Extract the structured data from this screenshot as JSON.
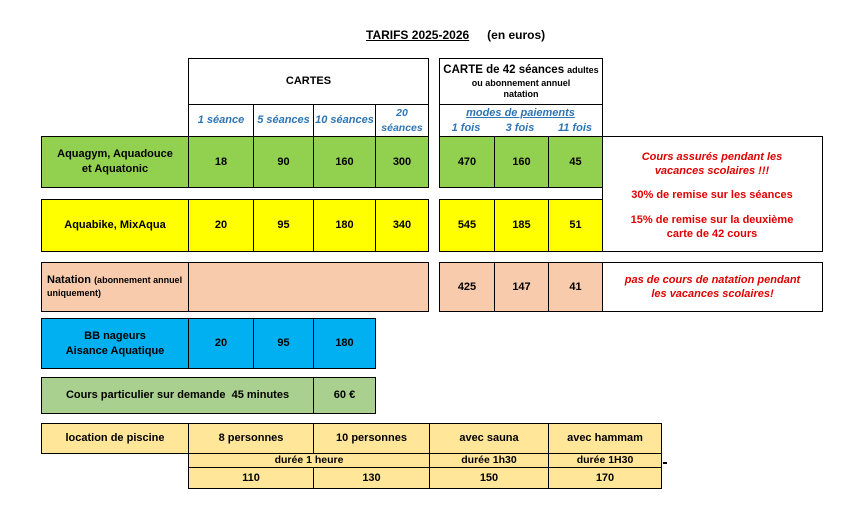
{
  "title": {
    "main": "TARIFS 2025-2026",
    "unit": "(en euros)"
  },
  "headers": {
    "cartes": "CARTES",
    "carte42_main": "CARTE de 42 séances",
    "carte42_suffix": "adultes",
    "carte42_line2": "ou abonnement annuel",
    "carte42_line3": "natation",
    "modes_paiement": "modes de paiements",
    "col_1seance": "1 séance",
    "col_5seances": "5 séances",
    "col_10seances": "10 séances",
    "col_20seances": "20 séances",
    "col_1fois": "1 fois",
    "col_3fois": "3 fois",
    "col_11fois": "11 fois"
  },
  "rows": {
    "aquagym": {
      "label": "Aquagym, Aquadouce et Aquatonic",
      "cartes": [
        "18",
        "90",
        "160",
        "300"
      ],
      "modes": [
        "470",
        "160",
        "45"
      ]
    },
    "aquabike": {
      "label": "Aquabike, MixAqua",
      "cartes": [
        "20",
        "95",
        "180",
        "340"
      ],
      "modes": [
        "545",
        "185",
        "51"
      ]
    },
    "natation": {
      "label": "Natation",
      "label_suffix": "(abonnement annuel uniquement)",
      "modes": [
        "425",
        "147",
        "41"
      ]
    },
    "bb": {
      "label_line1": "BB nageurs",
      "label_line2": "Aisance Aquatique",
      "cartes": [
        "20",
        "95",
        "180"
      ]
    },
    "cours_particulier": {
      "label": "Cours particulier sur demande  45 minutes",
      "price": "60 €"
    },
    "location": {
      "label": "location de piscine",
      "options": [
        "8 personnes",
        "10 personnes",
        "avec sauna",
        "avec hammam"
      ],
      "durees": [
        "durée 1 heure",
        "durée 1h30",
        "durée 1H30"
      ],
      "prices": [
        "110",
        "130",
        "150",
        "170"
      ]
    }
  },
  "notes": {
    "vacances_line1": "Cours assurés pendant les",
    "vacances_line2": "vacances scolaires !!!",
    "remise_seances": "30% de remise sur les séances",
    "remise_carte_line1": "15% de remise sur la deuxième",
    "remise_carte_line2": "carte de 42 cours",
    "natation_line1": "pas de cours de natation pendant",
    "natation_line2": "les vacances scolaires!"
  }
}
